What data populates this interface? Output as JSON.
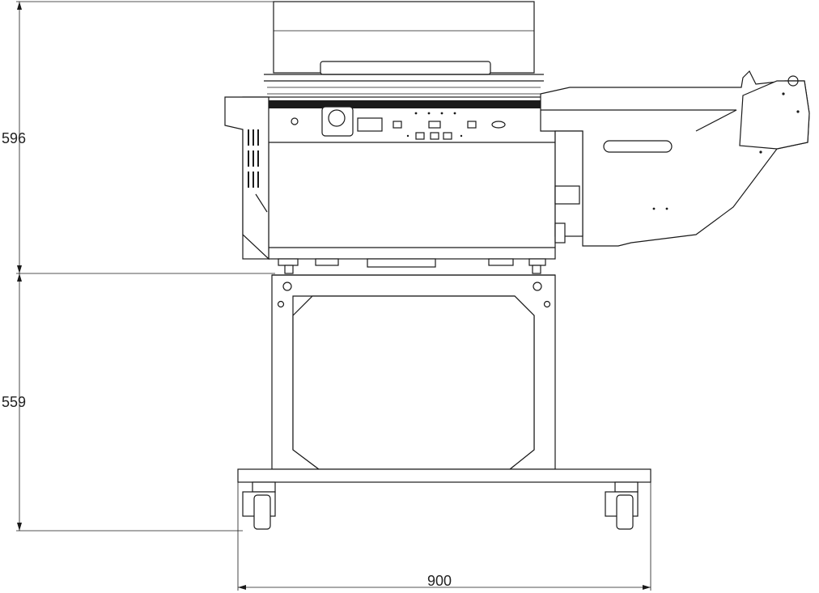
{
  "dimensions": {
    "upper_height": {
      "value": "596"
    },
    "lower_height": {
      "value": "559"
    },
    "total_width": {
      "value": "900"
    }
  }
}
